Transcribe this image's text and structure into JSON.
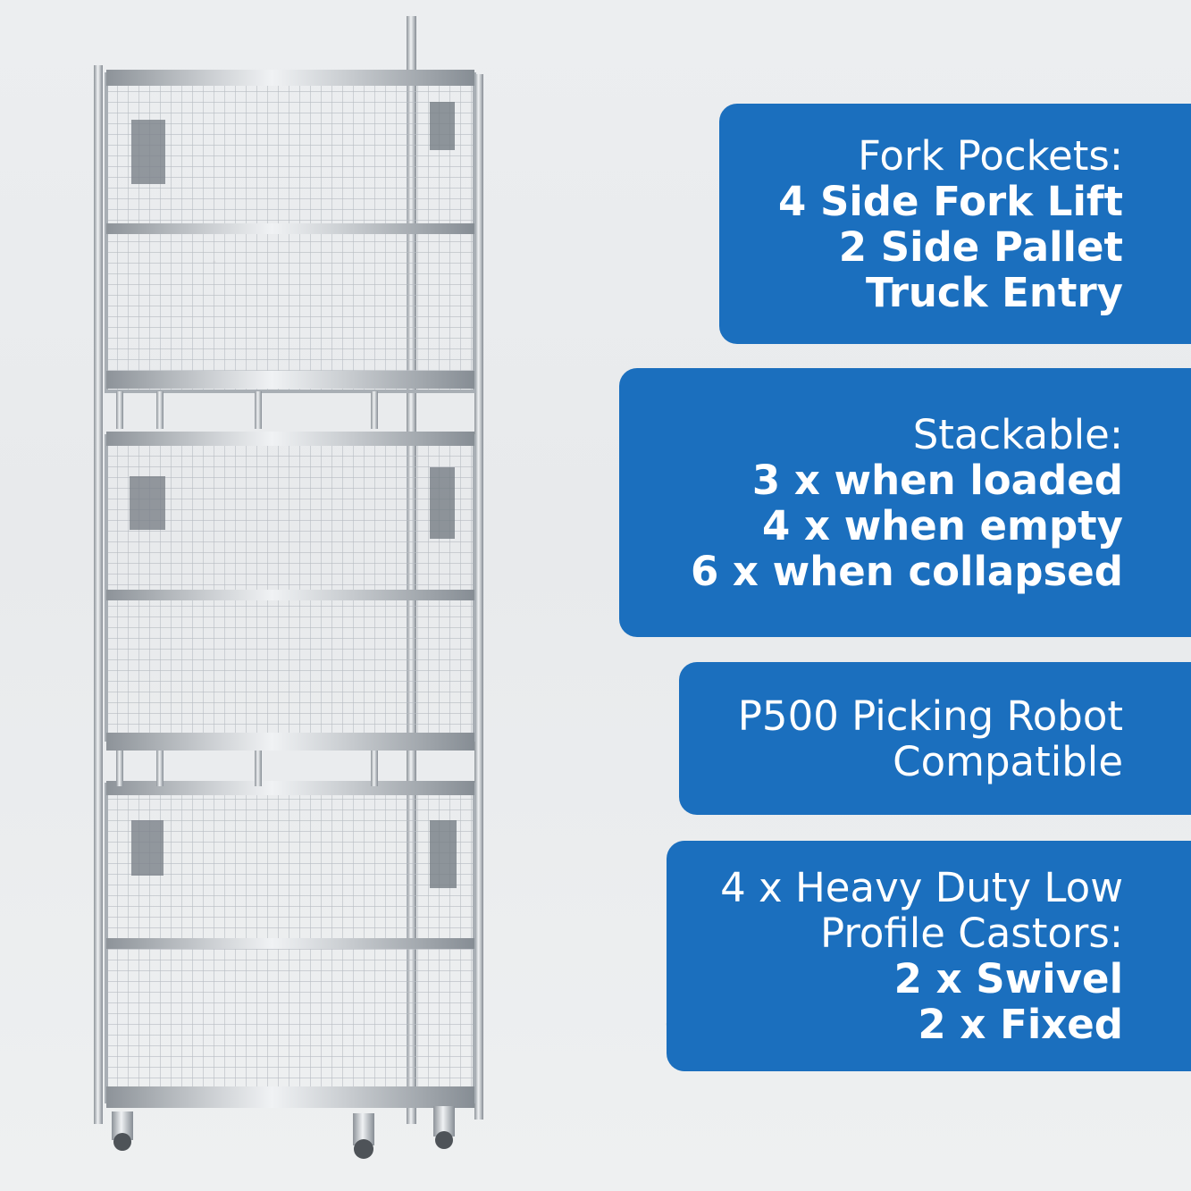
{
  "callouts": {
    "fork_pockets": {
      "heading": "Fork Pockets:",
      "line1": "4 Side Fork Lift",
      "line2": "2 Side Pallet",
      "line3": "Truck Entry"
    },
    "stackable": {
      "heading": "Stackable:",
      "line1": "3 x when loaded",
      "line2": "4 x when empty",
      "line3": "6 x when collapsed"
    },
    "robot": {
      "line1": "P500 Picking Robot",
      "line2": "Compatible"
    },
    "castors": {
      "line1": "4 x Heavy Duty Low",
      "line2": "Profile Castors:",
      "line3": "2 x Swivel",
      "line4": "2 x Fixed"
    }
  },
  "colors": {
    "callout_background": "#1b6fbe",
    "callout_text": "#ffffff",
    "page_background": "#eceef0"
  },
  "image": {
    "subject": "stacked galvanised wire mesh cage pallets on castors"
  }
}
